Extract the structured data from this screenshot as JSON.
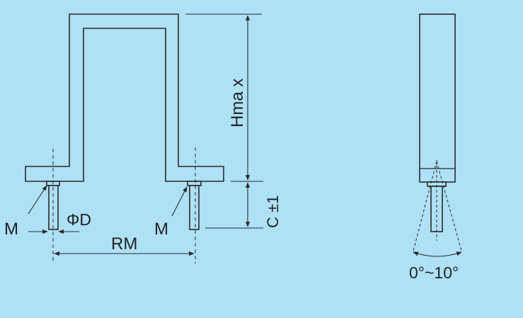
{
  "colors": {
    "background": "#aee0f6",
    "line": "#2a2a2a",
    "part_fill": "#aee0f6"
  },
  "labels": {
    "m_left": "M",
    "phi_d": "ΦD",
    "rm": "RM",
    "m_right": "M",
    "h_max": "Hma x",
    "c_tol": "C ±1",
    "angle": "0°~10°"
  }
}
